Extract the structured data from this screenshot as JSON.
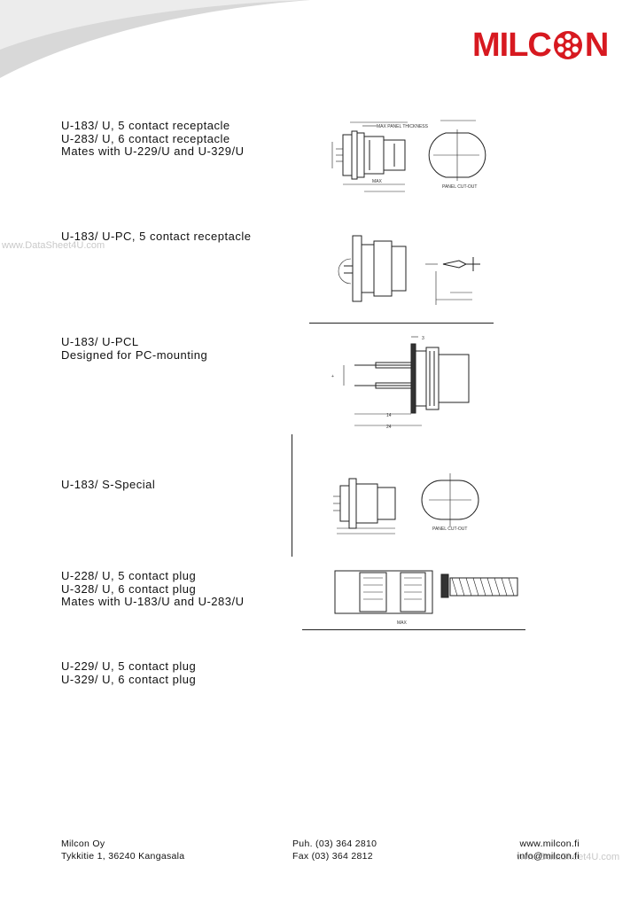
{
  "brand": {
    "name_left": "MILC",
    "name_right": "N",
    "logo_color": "#d71920",
    "swoosh_color": "#d8d8d8"
  },
  "watermarks": {
    "left": "www.DataSheet4U.com",
    "bottom": "www.DataSheet4U.com"
  },
  "products": [
    {
      "lines": [
        "U-183/ U, 5 contact receptacle",
        "U-283/ U, 6 contact receptacle",
        "Mates with U-229/U and U-329/U"
      ]
    },
    {
      "lines": [
        "U-183/ U-PC, 5 contact receptacle"
      ]
    },
    {
      "lines": [
        "U-183/ U-PCL",
        "Designed for PC-mounting"
      ]
    },
    {
      "lines": [
        "U-183/ S-Special"
      ]
    },
    {
      "lines": [
        "U-228/ U, 5 contact plug",
        "U-328/ U, 6 contact plug",
        "Mates with U-183/U and U-283/U"
      ]
    },
    {
      "lines": [
        "U-229/ U, 5 contact plug",
        "U-329/ U, 6 contact plug"
      ]
    }
  ],
  "drawing_labels": {
    "max_panel_thickness": "MAX PANEL THICKNESS",
    "panel_cutout": "PANEL CUT-OUT",
    "max": "MAX",
    "dim_3": "3",
    "dim_14": "14",
    "dim_24": "24"
  },
  "footer": {
    "company": "Milcon Oy",
    "address": "Tykkitie 1, 36240 Kangasala",
    "phone": "Puh. (03) 364 2810",
    "fax": "Fax (03) 364 2812",
    "web": "www.milcon.fi",
    "email": "info@milcon.fi"
  }
}
